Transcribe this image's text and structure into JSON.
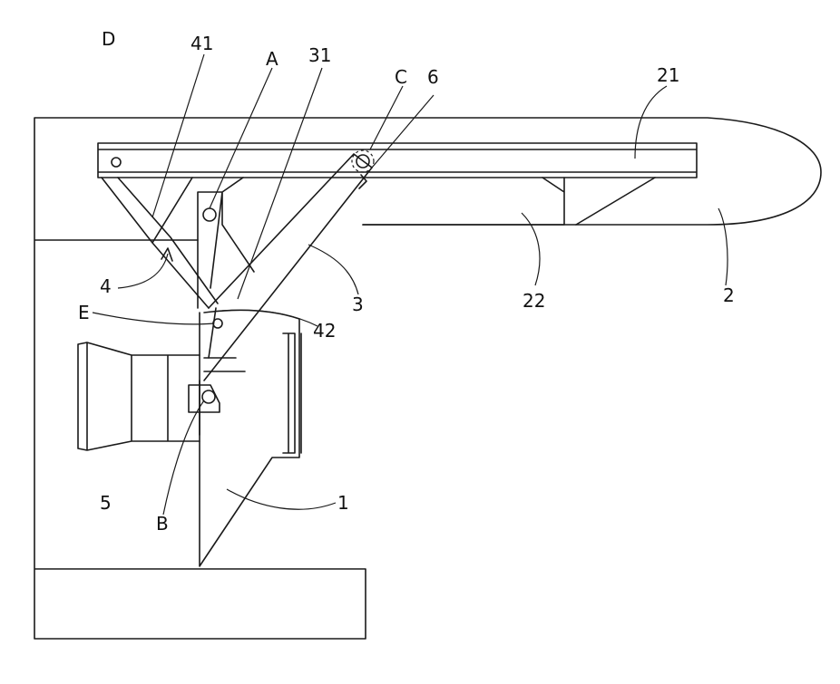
{
  "labels": {
    "D": "D",
    "n41": "41",
    "A": "A",
    "n31": "31",
    "C": "C",
    "n6": "6",
    "n21": "21",
    "n2": "2",
    "n22": "22",
    "n3": "3",
    "n4": "4",
    "E": "E",
    "n42": "42",
    "n5": "5",
    "B": "B",
    "n1": "1"
  }
}
